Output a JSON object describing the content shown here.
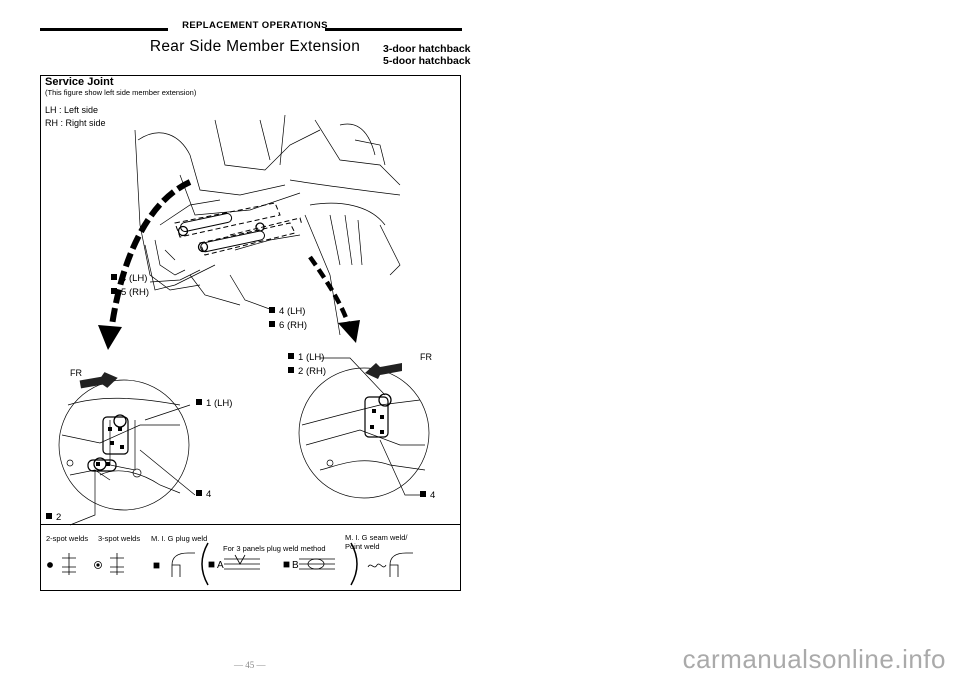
{
  "header": {
    "title": "REPLACEMENT OPERATIONS"
  },
  "page_title": "Rear Side Member Extension",
  "variants": [
    "3-door hatchback",
    "5-door hatchback"
  ],
  "figure": {
    "heading": "Service Joint",
    "note": "(This figure show left side member extension)",
    "legend": [
      "LH : Left side",
      "RH : Right side"
    ],
    "callouts": {
      "c1": {
        "num": "4",
        "side": "(LH)"
      },
      "c2": {
        "num": "5",
        "side": "(RH)"
      },
      "c3": {
        "num": "4",
        "side": "(LH)"
      },
      "c4": {
        "num": "6",
        "side": "(RH)"
      },
      "c5": {
        "num": "1",
        "side": "(LH)"
      },
      "c6": {
        "num": "1",
        "side": "(LH)"
      },
      "c7": {
        "num": "2",
        "side": "(RH)"
      },
      "c8": {
        "num": "4",
        "side": ""
      },
      "c9": {
        "num": "4",
        "side": ""
      },
      "c10": {
        "num": "2",
        "side": ""
      }
    },
    "fr_label": "FR"
  },
  "symbol_legend": {
    "spot2": "2-spot welds",
    "spot3": "3-spot welds",
    "mig_plug": "M. I. G plug weld",
    "three_panel": "For 3 panels plug weld method",
    "label_a": "A",
    "label_b": "B",
    "mig_seam": "M. I. G seam weld/",
    "point_weld": "Point weld"
  },
  "footer": {
    "page_number": "— 45 —"
  },
  "watermark": "carmanualsonline.info"
}
